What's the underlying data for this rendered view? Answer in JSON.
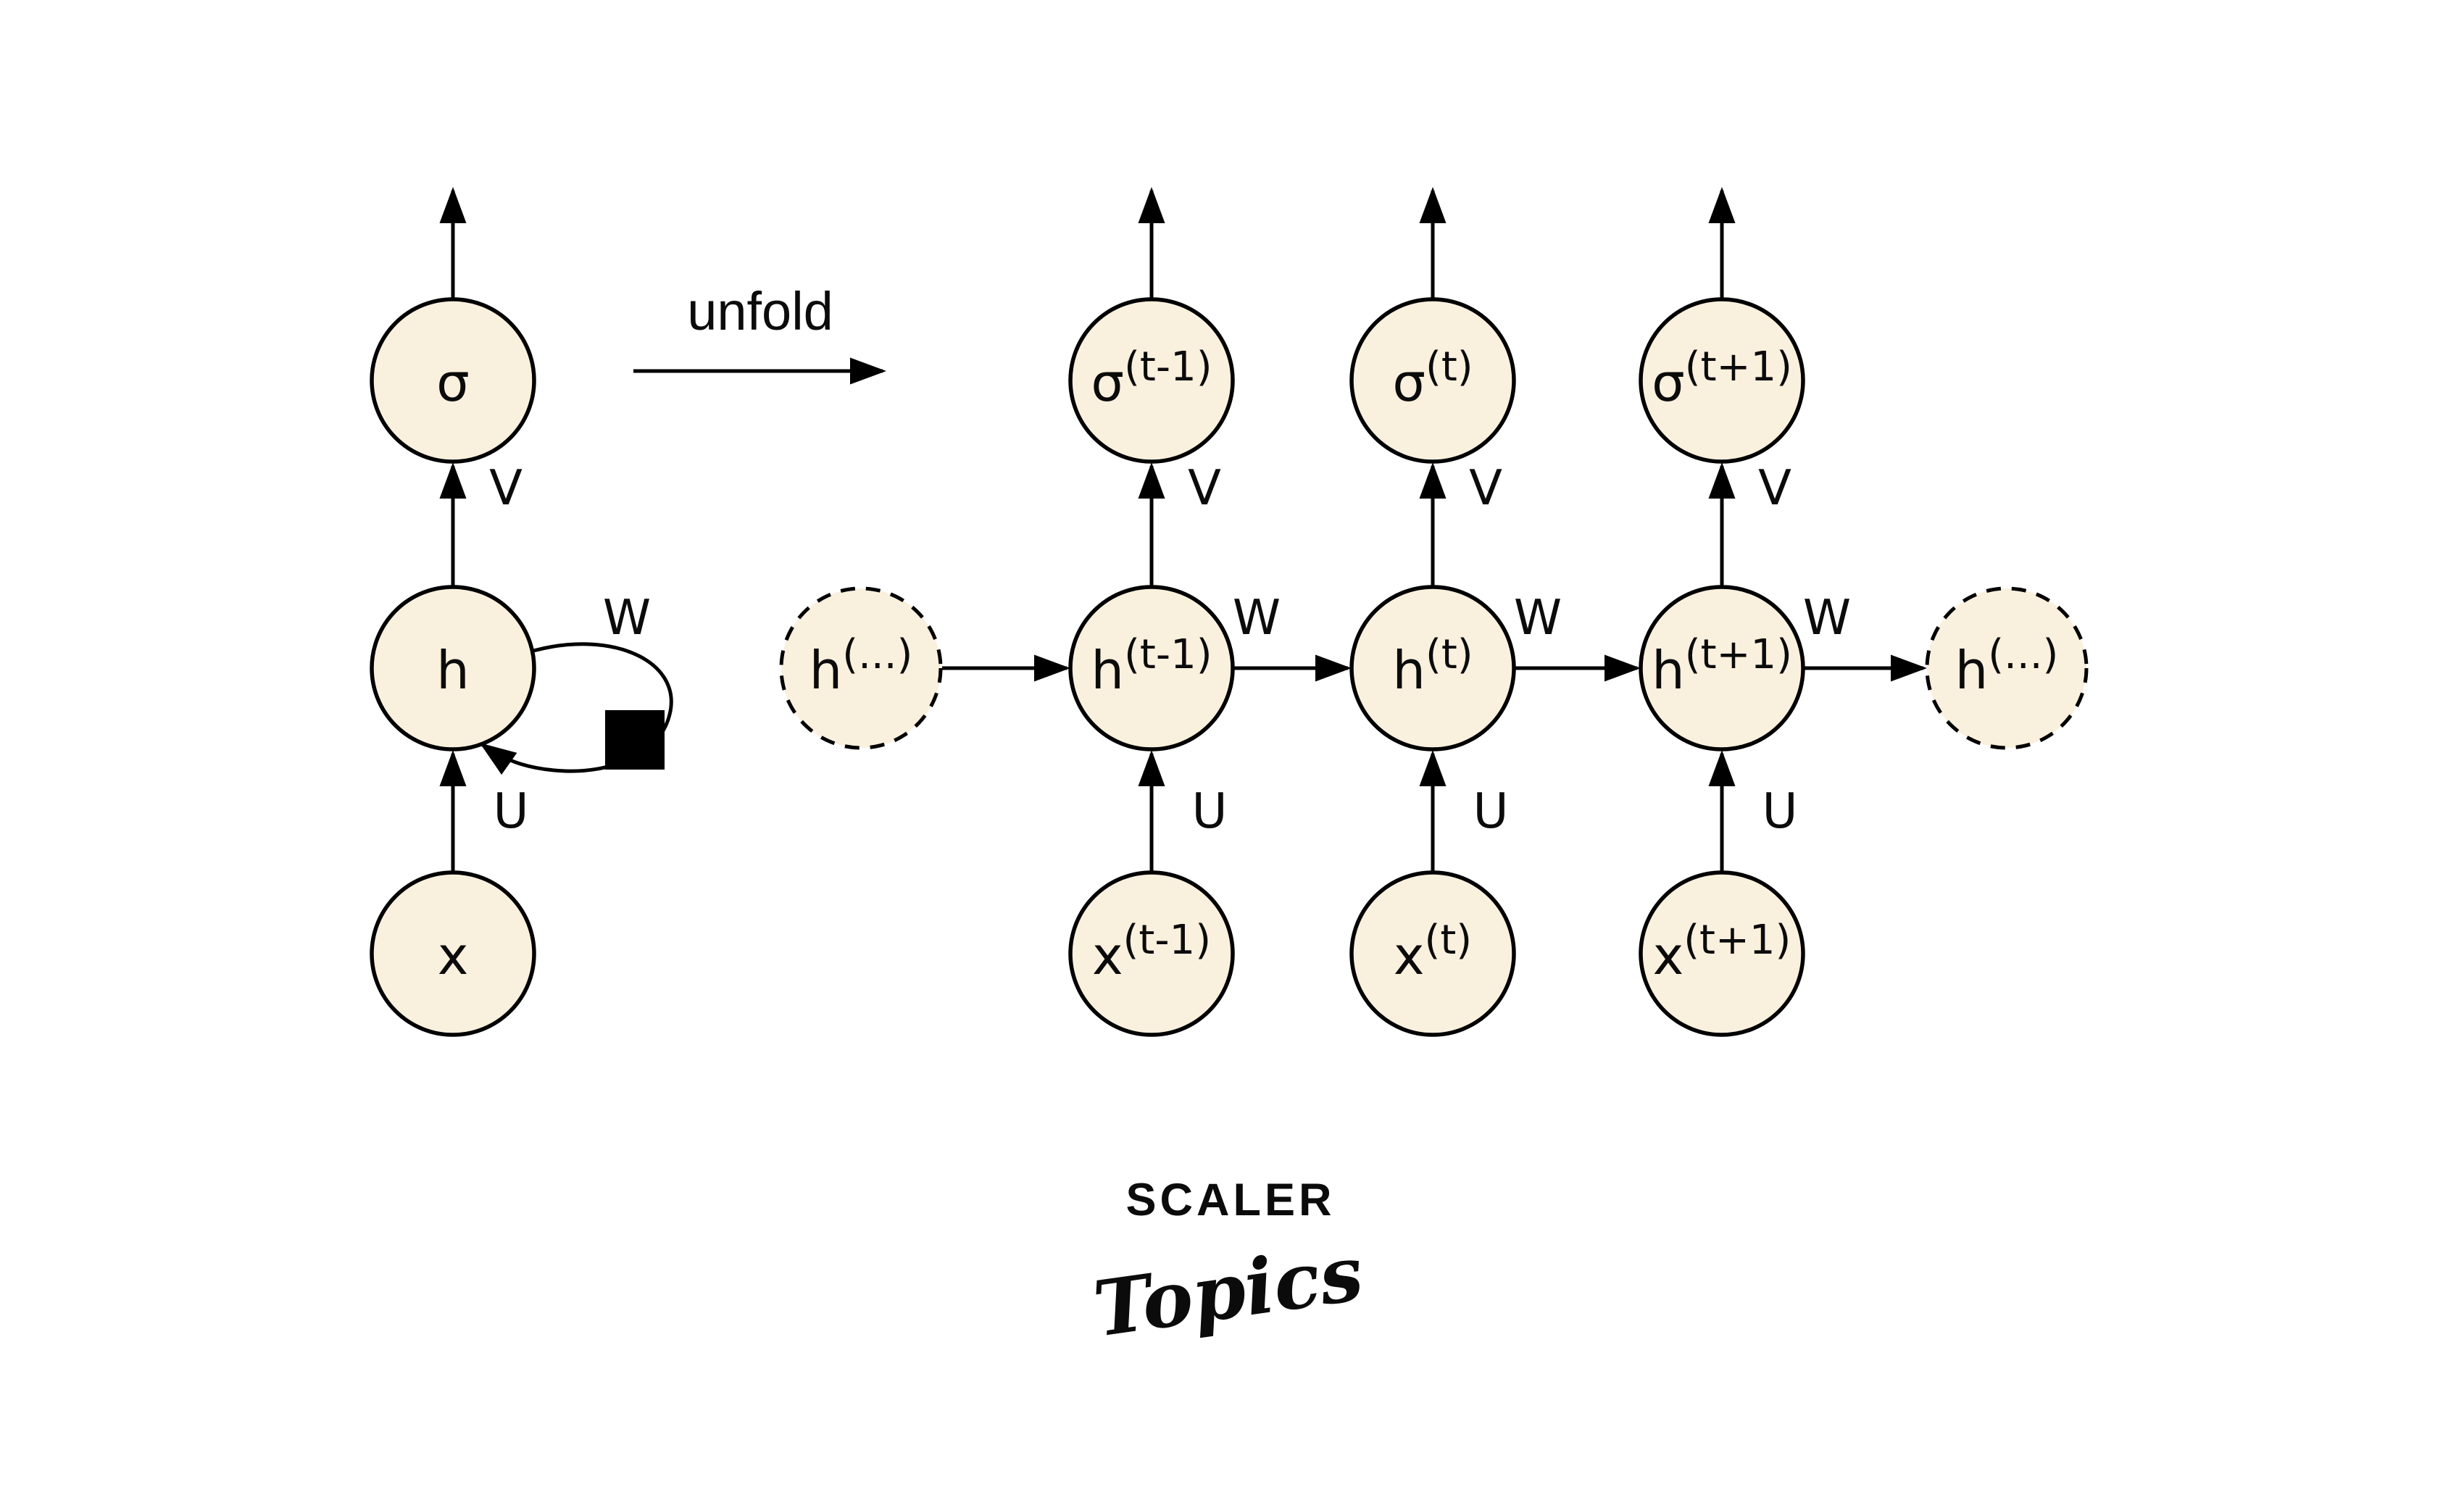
{
  "colors": {
    "background": "#ffffff",
    "node_fill": "#FAF0DE",
    "stroke": "#000000",
    "logo_navy": "#1A2342",
    "logo_pink": "#E0266F"
  },
  "unfold_label": "unfold",
  "edge_labels": {
    "V": "V",
    "U": "U",
    "W": "W"
  },
  "folded": {
    "sigma": {
      "base": "σ",
      "sup": ""
    },
    "h": {
      "base": "h",
      "sup": ""
    },
    "x": {
      "base": "x",
      "sup": ""
    }
  },
  "unfolded": {
    "h_prev_ellipsis": {
      "base": "h",
      "sup": "(...)"
    },
    "h_next_ellipsis": {
      "base": "h",
      "sup": "(...)"
    },
    "columns": [
      {
        "sigma": {
          "base": "σ",
          "sup": "(t-1)"
        },
        "h": {
          "base": "h",
          "sup": "(t-1)"
        },
        "x": {
          "base": "x",
          "sup": "(t-1)"
        }
      },
      {
        "sigma": {
          "base": "σ",
          "sup": "(t)"
        },
        "h": {
          "base": "h",
          "sup": "(t)"
        },
        "x": {
          "base": "x",
          "sup": "(t)"
        }
      },
      {
        "sigma": {
          "base": "σ",
          "sup": "(t+1)"
        },
        "h": {
          "base": "h",
          "sup": "(t+1)"
        },
        "x": {
          "base": "x",
          "sup": "(t+1)"
        }
      }
    ]
  },
  "logo": {
    "line1": "SCALER",
    "line2": "Topics"
  }
}
